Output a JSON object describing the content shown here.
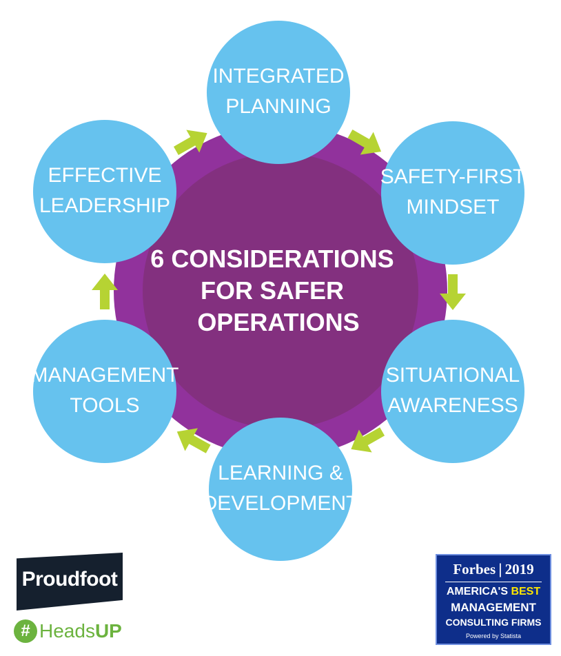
{
  "title": "6 CONSIDERATIONS FOR SAFER OPERATIONS",
  "title_lines": [
    "6 CONSIDERATIONS",
    "FOR SAFER",
    "OPERATIONS"
  ],
  "nodes": [
    {
      "id": "integrated-planning",
      "lines": [
        "INTEGRATED",
        "PLANNING"
      ]
    },
    {
      "id": "safety-first-mindset",
      "lines": [
        "SAFETY-FIRST",
        "MINDSET"
      ]
    },
    {
      "id": "situational-awareness",
      "lines": [
        "SITUATIONAL",
        "AWARENESS"
      ]
    },
    {
      "id": "learning-development",
      "lines": [
        "LEARNING &",
        "DEVELOPMENT"
      ]
    },
    {
      "id": "management-tools",
      "lines": [
        "MANAGEMENT",
        "TOOLS"
      ]
    },
    {
      "id": "effective-leadership",
      "lines": [
        "EFFECTIVE",
        "LEADERSHIP"
      ]
    }
  ],
  "edges": [
    {
      "from": "integrated-planning",
      "to": "safety-first-mindset"
    },
    {
      "from": "safety-first-mindset",
      "to": "situational-awareness"
    },
    {
      "from": "situational-awareness",
      "to": "learning-development"
    },
    {
      "from": "learning-development",
      "to": "management-tools"
    },
    {
      "from": "management-tools",
      "to": "effective-leadership"
    },
    {
      "from": "effective-leadership",
      "to": "integrated-planning"
    }
  ],
  "colors": {
    "node": "#66c2ee",
    "hub_outer": "#91329c",
    "hub_inner": "#83307f",
    "arrow": "#b6d333",
    "text": "#ffffff"
  },
  "logos": {
    "proudfoot": "Proudfoot",
    "headsup_hash": "#",
    "headsup_heads": "Heads",
    "headsup_up": "UP"
  },
  "forbes_badge": {
    "brand": "Forbes",
    "year": "2019",
    "line1_a": "AMERICA'S",
    "line1_b": "BEST",
    "line2": "MANAGEMENT",
    "line3": "CONSULTING FIRMS",
    "line4": "Powered by Statista"
  }
}
